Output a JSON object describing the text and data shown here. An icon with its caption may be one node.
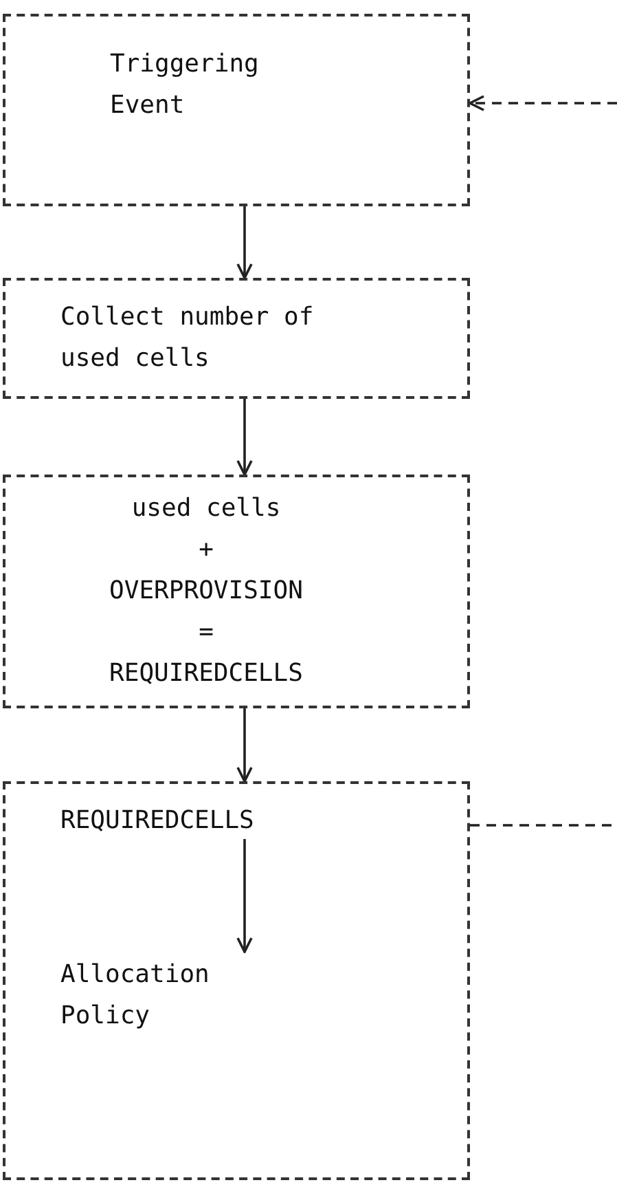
{
  "diagram": {
    "nodes": [
      {
        "text": [
          "Triggering Event"
        ]
      },
      {
        "text": [
          "Collect number of used cells"
        ]
      },
      {
        "text": [
          "used cells",
          "+",
          "OVERPROVISION",
          "=",
          "REQUIREDCELLS"
        ]
      },
      {
        "text": [],
        "shape": "box"
      },
      {
        "text": [
          "REQUIREDCELLS"
        ],
        "in": 3
      },
      {
        "text": [
          "Allocation Policy"
        ],
        "in": 3
      }
    ],
    "edges": [
      {
        "from": 0,
        "to": 1,
        "arrow": "to"
      },
      {
        "from": 1,
        "to": 2,
        "arrow": "to"
      },
      {
        "from": 2,
        "to": 3,
        "arrow": "to"
      },
      {
        "from": null,
        "to": 0,
        "arrow": "to",
        "style": "dashed"
      },
      {
        "from": 4,
        "to": 5,
        "arrow": "to"
      },
      {
        "from": 3,
        "to": null,
        "arrow": "none",
        "style": "dashed"
      }
    ]
  }
}
